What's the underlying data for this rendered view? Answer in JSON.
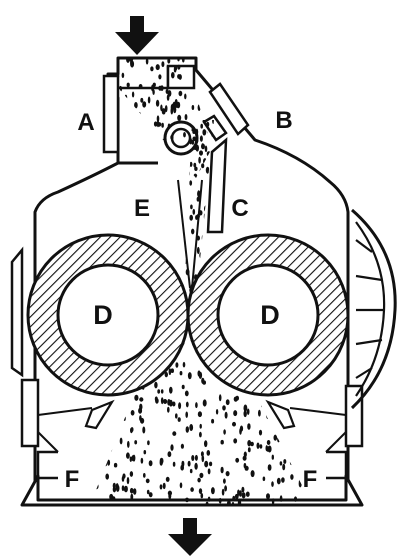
{
  "diagram": {
    "labels": {
      "a": "A",
      "b": "B",
      "c": "C",
      "d_left": "D",
      "d_right": "D",
      "e": "E",
      "f_left": "F",
      "f_right": "F"
    },
    "colors": {
      "ink": "#111111",
      "paper": "#ffffff"
    },
    "icons": {
      "inlet": "arrow-down-icon",
      "outlet": "arrow-down-icon"
    }
  }
}
